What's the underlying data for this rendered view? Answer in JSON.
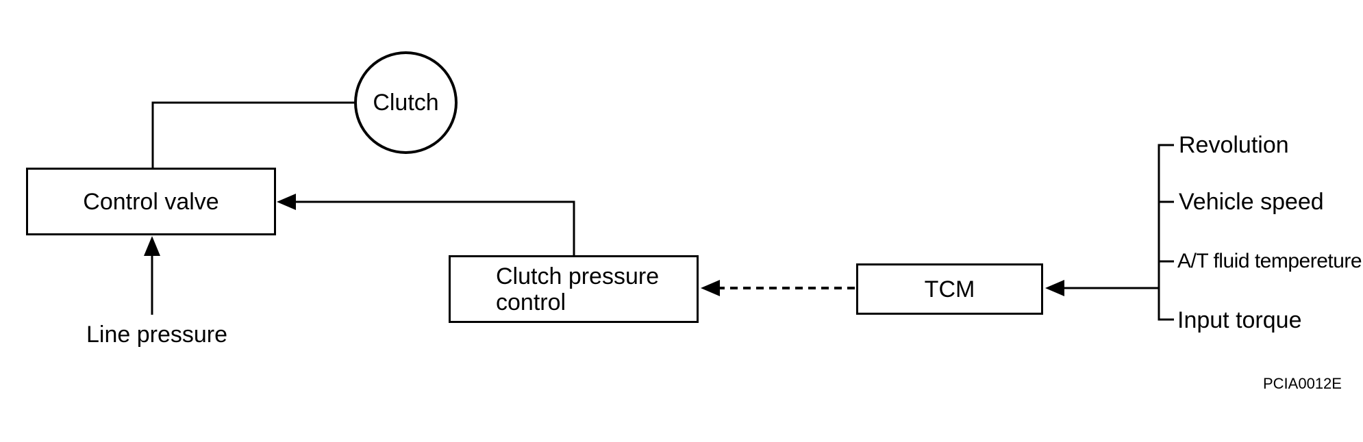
{
  "diagram": {
    "nodes": {
      "clutch": "Clutch",
      "control_valve": "Control valve",
      "clutch_pressure_control": "Clutch pressure control",
      "tcm": "TCM"
    },
    "labels": {
      "line_pressure": "Line pressure"
    },
    "sensors": [
      "Revolution",
      "Vehicle speed",
      "A/T fluid tempereture",
      "Input torque"
    ],
    "figure_code": "PCIA0012E",
    "colors": {
      "line": "#000000",
      "background": "#ffffff"
    }
  }
}
